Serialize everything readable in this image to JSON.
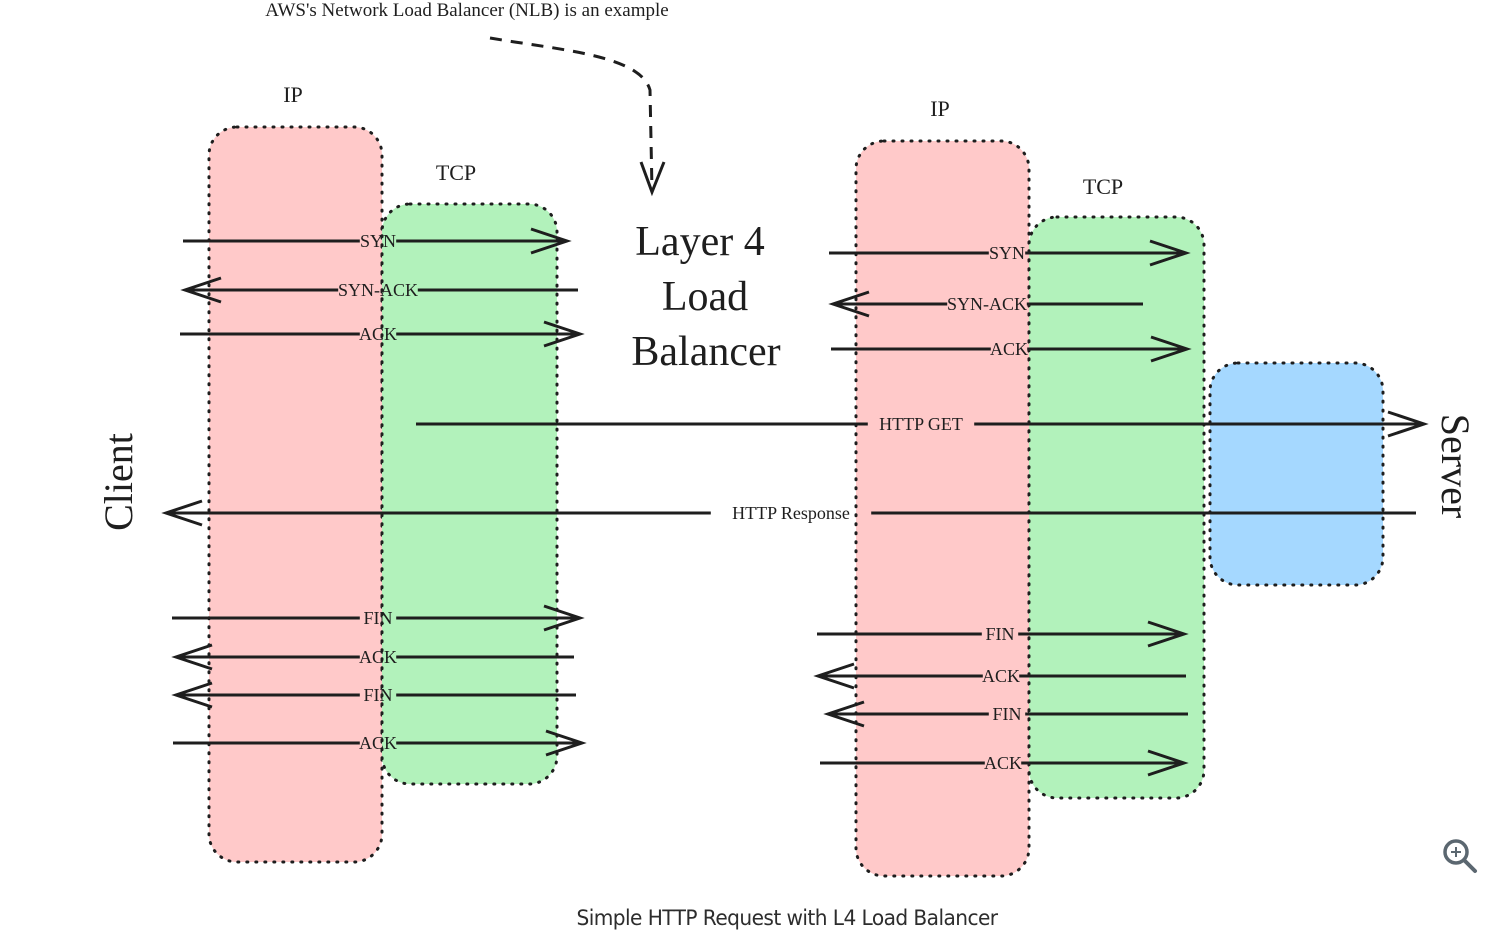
{
  "annotation": "AWS's Network Load Balancer (NLB) is an example",
  "center_label": [
    "Layer 4",
    "Load",
    "Balancer"
  ],
  "client_label": "Client",
  "server_label": "Server",
  "caption": "Simple HTTP Request with L4 Load Balancer",
  "colors": {
    "ip": "#ffc9c9",
    "tcp": "#b2f2bb",
    "server": "#a5d8ff",
    "stroke": "#1e1e1e",
    "zoom_icon": "#5b6770"
  },
  "left_stack": {
    "ip_label": "IP",
    "tcp_label": "TCP",
    "messages": [
      {
        "label": "SYN",
        "direction": "right"
      },
      {
        "label": "SYN-ACK",
        "direction": "left"
      },
      {
        "label": "ACK",
        "direction": "right"
      },
      {
        "label": "FIN",
        "direction": "right"
      },
      {
        "label": "ACK",
        "direction": "left"
      },
      {
        "label": "FIN",
        "direction": "left"
      },
      {
        "label": "ACK",
        "direction": "right"
      }
    ]
  },
  "right_stack": {
    "ip_label": "IP",
    "tcp_label": "TCP",
    "messages": [
      {
        "label": "SYN",
        "direction": "right"
      },
      {
        "label": "SYN-ACK",
        "direction": "left"
      },
      {
        "label": "ACK",
        "direction": "right"
      },
      {
        "label": "FIN",
        "direction": "right"
      },
      {
        "label": "ACK",
        "direction": "left"
      },
      {
        "label": "FIN",
        "direction": "left"
      },
      {
        "label": "ACK",
        "direction": "right"
      }
    ]
  },
  "http": {
    "request": {
      "label": "HTTP GET",
      "direction": "right"
    },
    "response": {
      "label": "HTTP Response",
      "direction": "left"
    }
  },
  "zoom_button": {
    "icon": "zoom-in-icon"
  }
}
